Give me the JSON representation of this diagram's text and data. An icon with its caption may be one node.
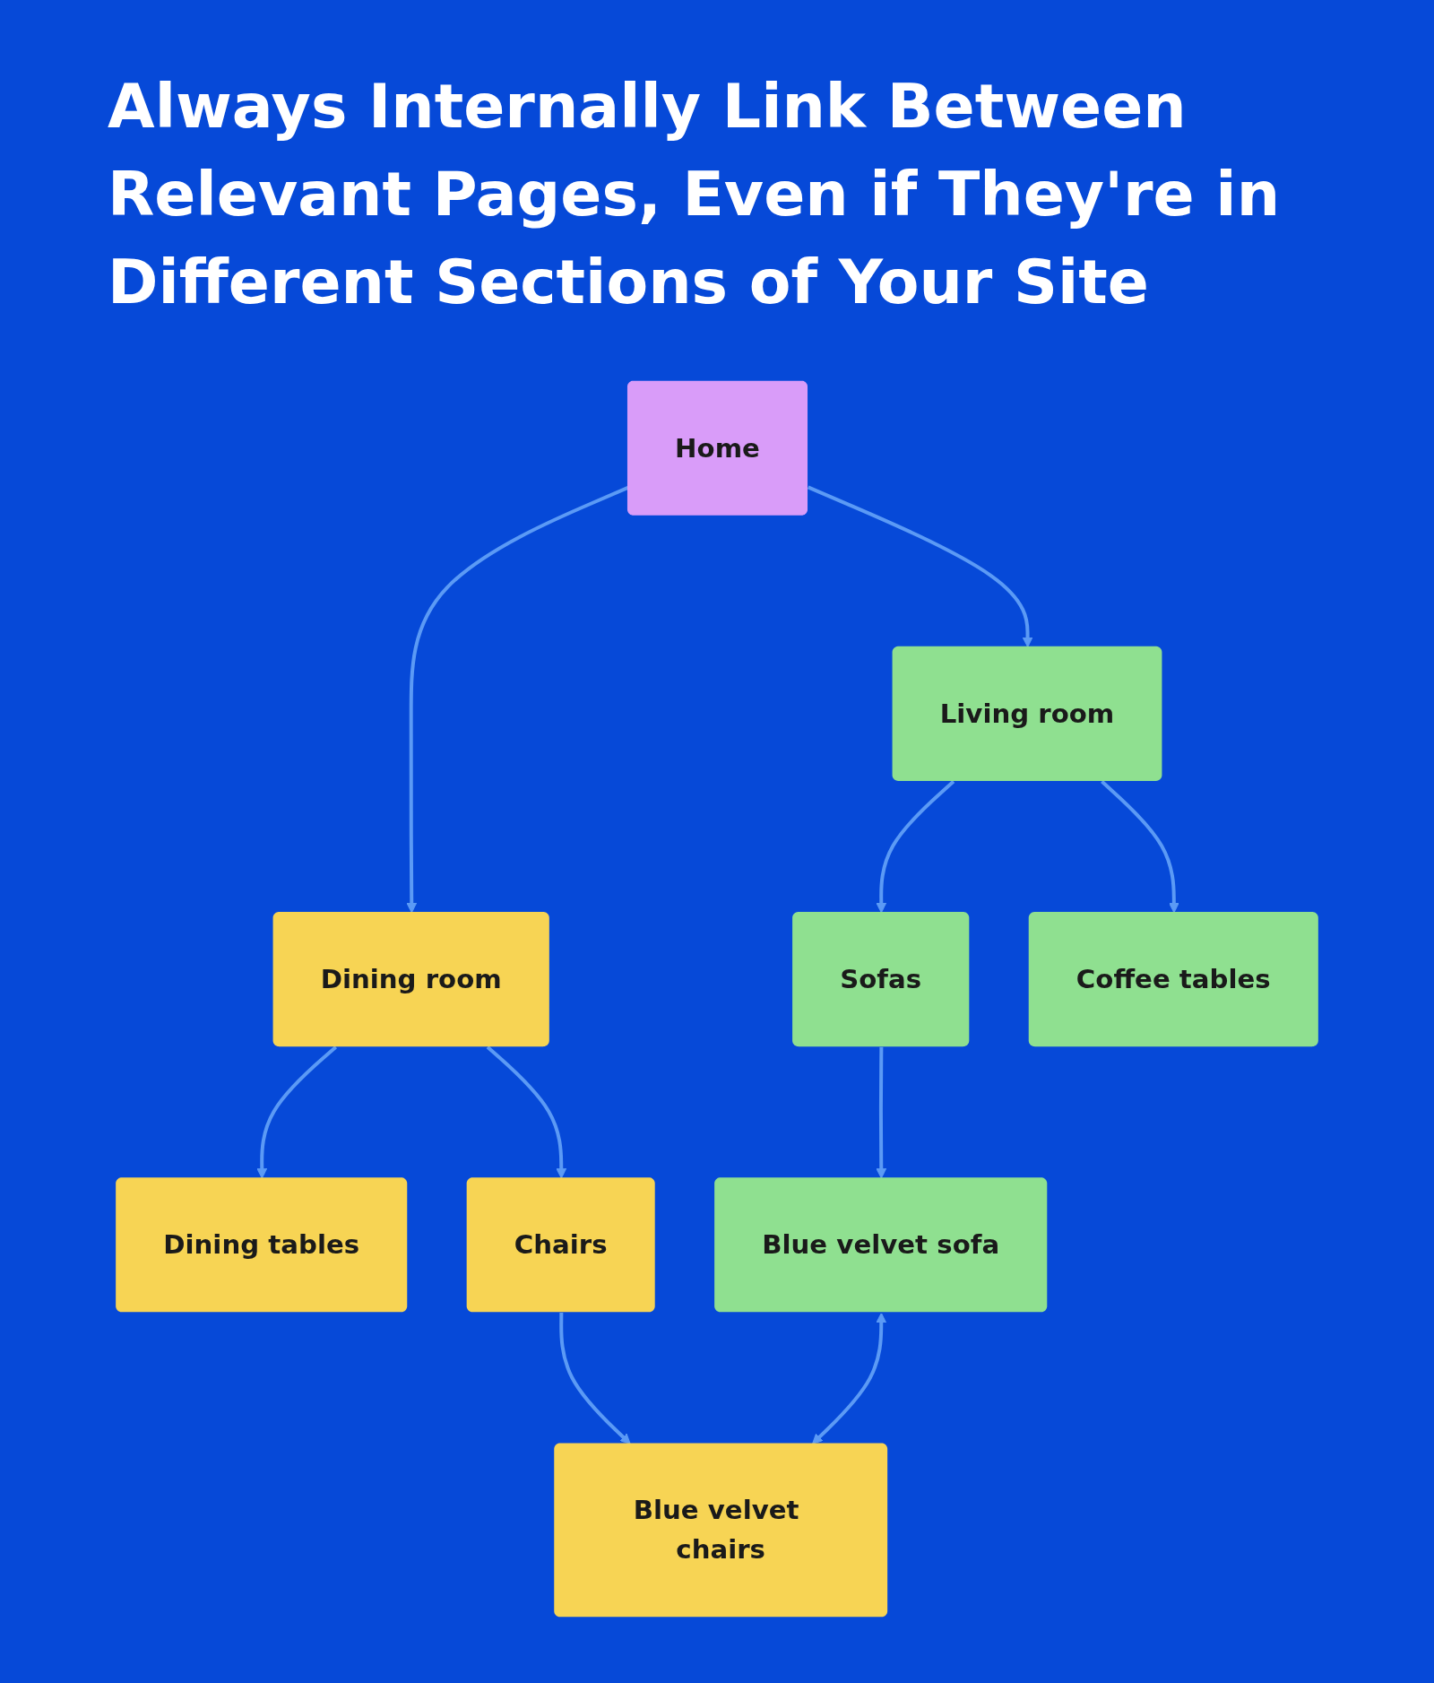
{
  "diagram": {
    "title": "Always Internally Link Between Relevant Pages, Even if They're in Different Sections of Your Site",
    "nodes": [
      {
        "text": [
          "Home"
        ]
      },
      {
        "text": [
          "Living room"
        ]
      },
      {
        "text": [
          "Dining room"
        ]
      },
      {
        "text": [
          "Sofas"
        ]
      },
      {
        "text": [
          "Coffee tables"
        ]
      },
      {
        "text": [
          "Dining tables"
        ]
      },
      {
        "text": [
          "Chairs"
        ]
      },
      {
        "text": [
          "Blue velvet sofa"
        ]
      },
      {
        "text": [
          "Blue velvet chairs"
        ]
      }
    ],
    "edges": [
      {
        "from": 0,
        "to": 1,
        "arrow": "to"
      },
      {
        "from": 0,
        "to": 2,
        "arrow": "to"
      },
      {
        "from": 1,
        "to": 3,
        "arrow": "to"
      },
      {
        "from": 1,
        "to": 4,
        "arrow": "to"
      },
      {
        "from": 2,
        "to": 5,
        "arrow": "to"
      },
      {
        "from": 2,
        "to": 6,
        "arrow": "to"
      },
      {
        "from": 3,
        "to": 7,
        "arrow": "to"
      },
      {
        "from": 6,
        "to": 8,
        "arrow": "to"
      },
      {
        "from": 7,
        "to": 8,
        "arrow": "both"
      }
    ]
  }
}
